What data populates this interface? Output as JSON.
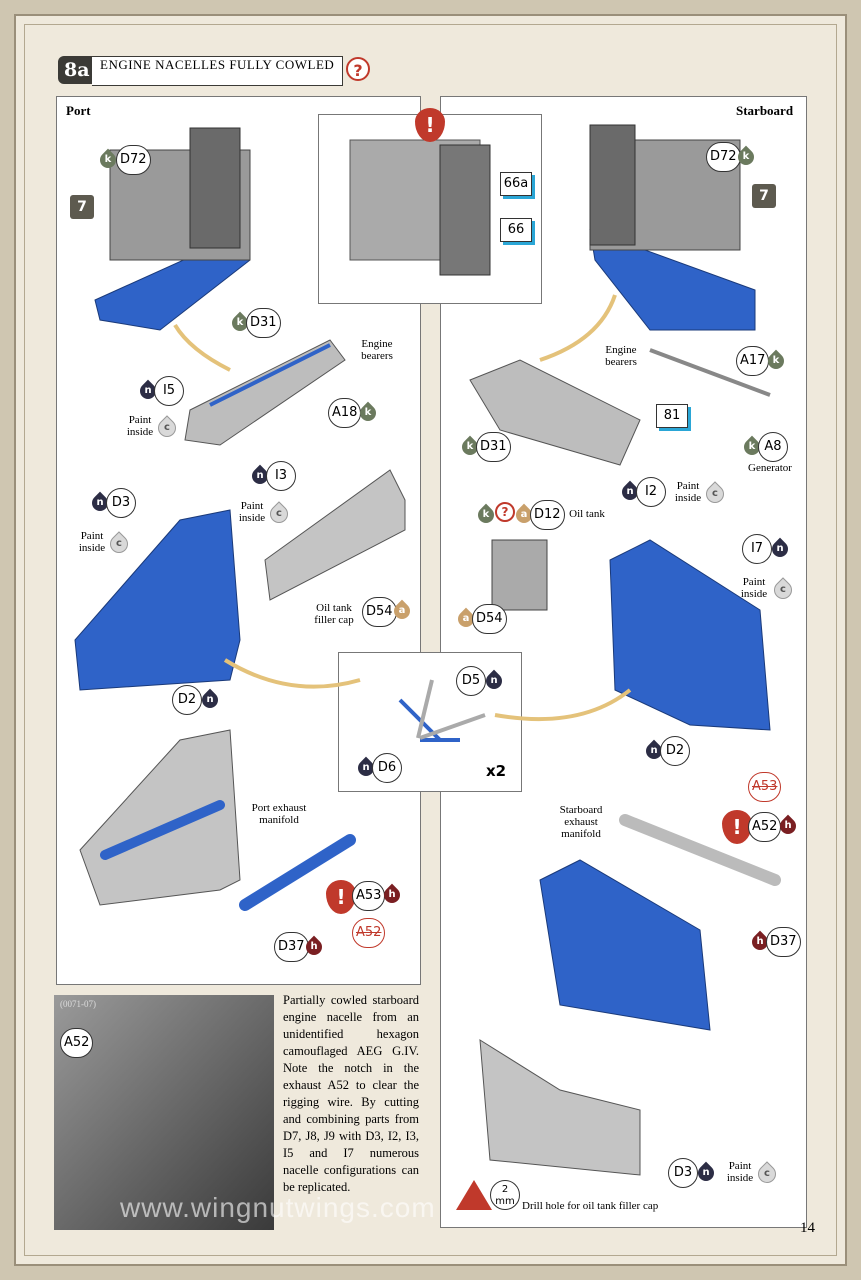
{
  "step": {
    "number": "8a",
    "title": "ENGINE NACELLES FULLY COWLED",
    "help": "?"
  },
  "port": {
    "label": "Port"
  },
  "starboard": {
    "label": "Starboard"
  },
  "callouts": {
    "port_d72": "D72",
    "port_7": "7",
    "port_d31": "D31",
    "engine_bearers": "Engine bearers",
    "port_i5": "I5",
    "port_a18": "A18",
    "paint_inside": "Paint inside",
    "port_i3": "I3",
    "port_d3": "D3",
    "oil_tank_filler_cap": "Oil tank filler cap",
    "port_d54": "D54",
    "port_d2": "D2",
    "d5": "D5",
    "d6": "D6",
    "x2": "x2",
    "port_exhaust": "Port exhaust manifold",
    "port_a53": "A53",
    "port_a52": "A52",
    "port_d37": "D37",
    "sq_66a": "66a",
    "sq_66": "66",
    "sq_81": "81",
    "stb_d72": "D72",
    "stb_7": "7",
    "stb_a17": "A17",
    "stb_d31": "D31",
    "stb_i2": "I2",
    "stb_a8": "A8",
    "generator": "Generator",
    "stb_d12": "D12",
    "oil_tank": "Oil tank",
    "stb_d54": "D54",
    "stb_i7": "I7",
    "stb_d2": "D2",
    "stb_a53": "A53",
    "stb_exhaust": "Starboard exhaust manifold",
    "stb_a52": "A52",
    "stb_d37": "D37",
    "stb_d3": "D3",
    "drill_hole": "Drill hole for oil tank filler cap",
    "drill_size": "2 mm",
    "photo_ref": "(0071-07)",
    "photo_a52": "A52"
  },
  "paint_codes": {
    "k": "k",
    "n": "n",
    "h": "h",
    "a": "a",
    "c": "c",
    "q": "?"
  },
  "description": "Partially cowled starboard engine nacelle from an unidentified hexagon camouflaged AEG G.IV. Note the notch in the exhaust A52 to clear the rigging wire. By cutting and combining parts from D7, J8, J9 with D3, I2, I3, I5 and I7 numerous nacelle configurations can be replicated.",
  "watermark": "www.wingnutwings.com",
  "page_number": "14",
  "colors": {
    "blue": "#2f63c8",
    "grey": "#b8b8b8",
    "warning": "#c0392b",
    "arrow": "#e4c27a"
  }
}
